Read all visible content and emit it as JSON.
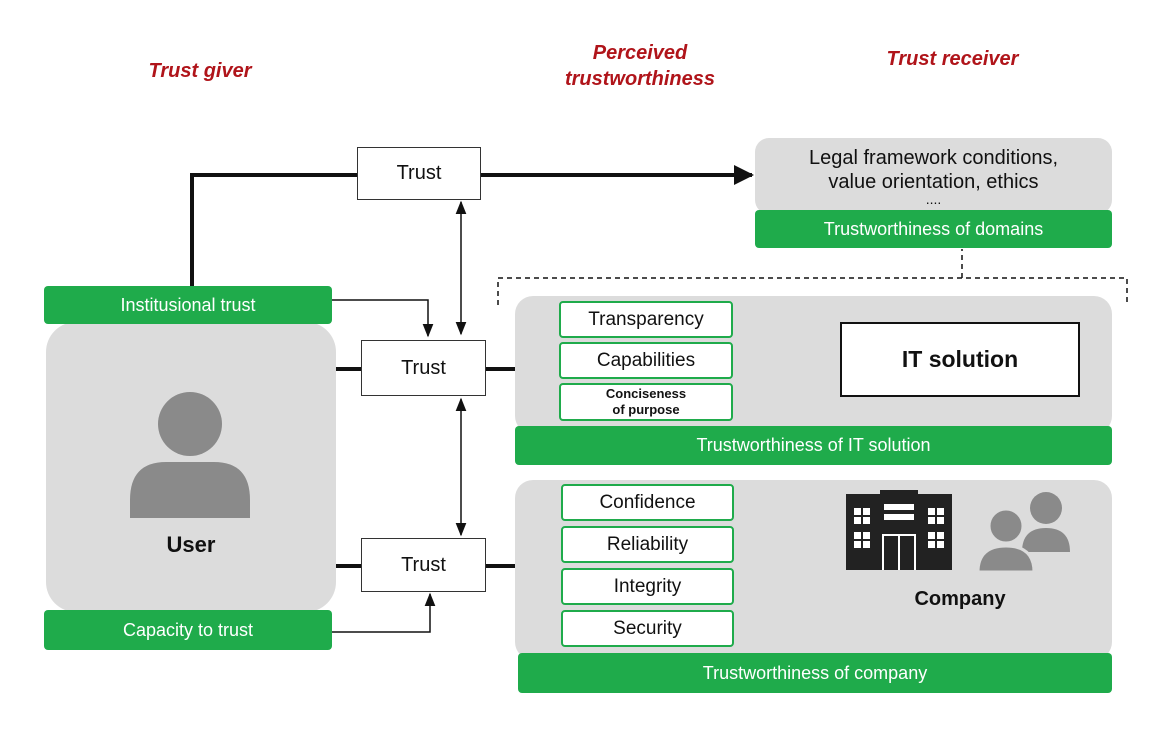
{
  "headings": {
    "trust_giver": "Trust giver",
    "perceived_line1": "Perceived",
    "perceived_line2": "trustworthiness",
    "trust_receiver": "Trust receiver"
  },
  "giver": {
    "institutional_trust": "Institusional trust",
    "user_label": "User",
    "capacity_to_trust": "Capacity to trust"
  },
  "trust_boxes": {
    "top": "Trust",
    "middle": "Trust",
    "bottom": "Trust"
  },
  "domains": {
    "line1": "Legal framework conditions,",
    "line2": "value orientation, ethics",
    "line3": "....",
    "label": "Trustworthiness of domains"
  },
  "it_solution": {
    "title": "IT solution",
    "label": "Trustworthiness of IT solution",
    "attributes": [
      "Transparency",
      "Capabilities"
    ],
    "concise_line1": "Conciseness",
    "concise_line2": "of purpose"
  },
  "company": {
    "title": "Company",
    "label": "Trustworthiness of company",
    "attributes": [
      "Confidence",
      "Reliability",
      "Integrity",
      "Security"
    ]
  },
  "colors": {
    "green": "#1fab4b",
    "heading_red": "#b0141a",
    "panel_grey": "#dcdcdc",
    "icon_grey": "#8a8a8a"
  }
}
